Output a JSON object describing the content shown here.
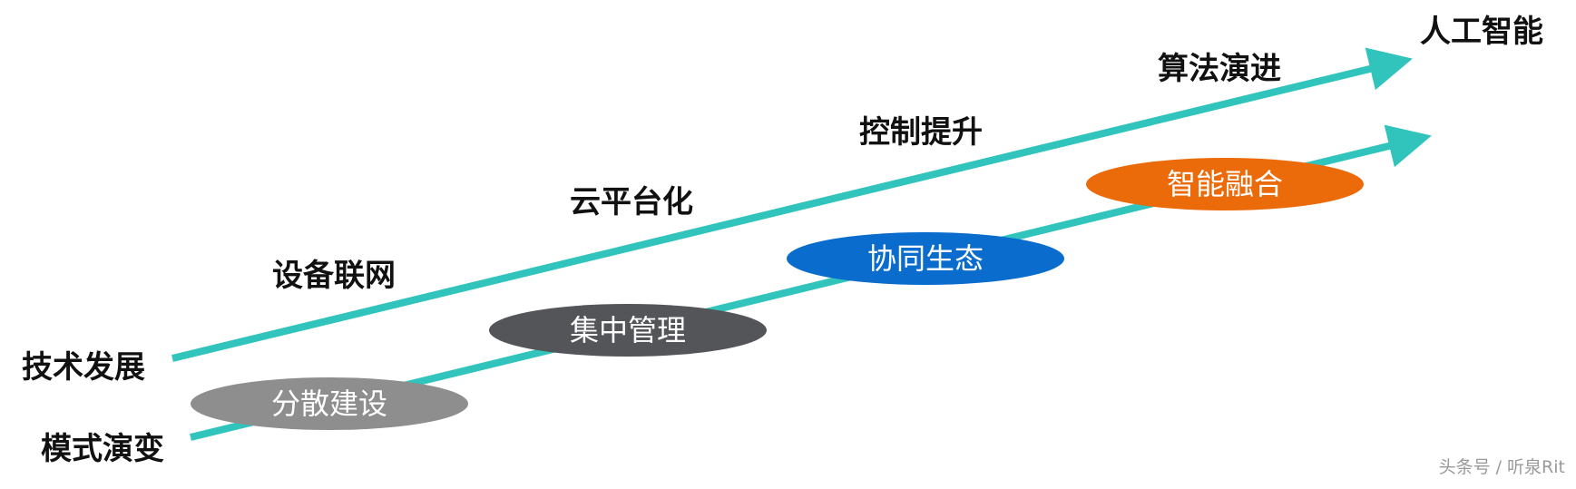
{
  "top_track": {
    "title": "技术发展",
    "end_label": "人工智能",
    "stages": [
      "设备联网",
      "云平台化",
      "控制提升",
      "算法演进"
    ]
  },
  "bottom_track": {
    "title": "模式演变",
    "stages": [
      "分散建设",
      "集中管理",
      "协同生态",
      "智能融合"
    ]
  },
  "colors": {
    "arrow": "#30c4bc",
    "stage1": "#8e8e8e",
    "stage2": "#545559",
    "stage3": "#0a6ccd",
    "stage4": "#eb6b0b"
  },
  "watermark": "头条号 / 听泉Rit"
}
